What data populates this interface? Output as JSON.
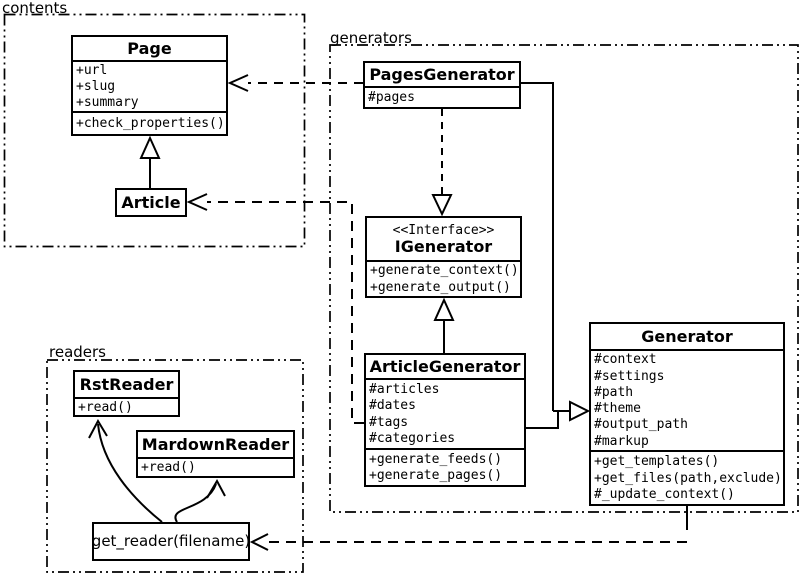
{
  "packages": {
    "contents": {
      "label": "contents"
    },
    "generators": {
      "label": "generators"
    },
    "readers": {
      "label": "readers"
    }
  },
  "classes": {
    "page": {
      "title": "Page",
      "attributes": [
        "+url",
        "+slug",
        "+summary"
      ],
      "methods": [
        "+check_properties()"
      ]
    },
    "article": {
      "title": "Article"
    },
    "pages_generator": {
      "title": "PagesGenerator",
      "attributes": [
        "#pages"
      ]
    },
    "igenerator": {
      "stereotype": "<<Interface>>",
      "title": "IGenerator",
      "methods": [
        "+generate_context()",
        "+generate_output()"
      ]
    },
    "article_generator": {
      "title": "ArticleGenerator",
      "attributes": [
        "#articles",
        "#dates",
        "#tags",
        "#categories"
      ],
      "methods": [
        "+generate_feeds()",
        "+generate_pages()"
      ]
    },
    "generator": {
      "title": "Generator",
      "attributes": [
        "#context",
        "#settings",
        "#path",
        "#theme",
        "#output_path",
        "#markup"
      ],
      "methods": [
        "+get_templates()",
        "+get_files(path,exclude)",
        "#_update_context()"
      ]
    },
    "rst_reader": {
      "title": "RstReader",
      "methods": [
        "+read()"
      ]
    },
    "mardown_reader": {
      "title": "MardownReader",
      "methods": [
        "+read()"
      ]
    },
    "get_reader": {
      "label": "get_reader(filename)"
    }
  },
  "colors": {
    "line": "#000000",
    "background": "#ffffff",
    "box_fill": "#ffffff"
  }
}
